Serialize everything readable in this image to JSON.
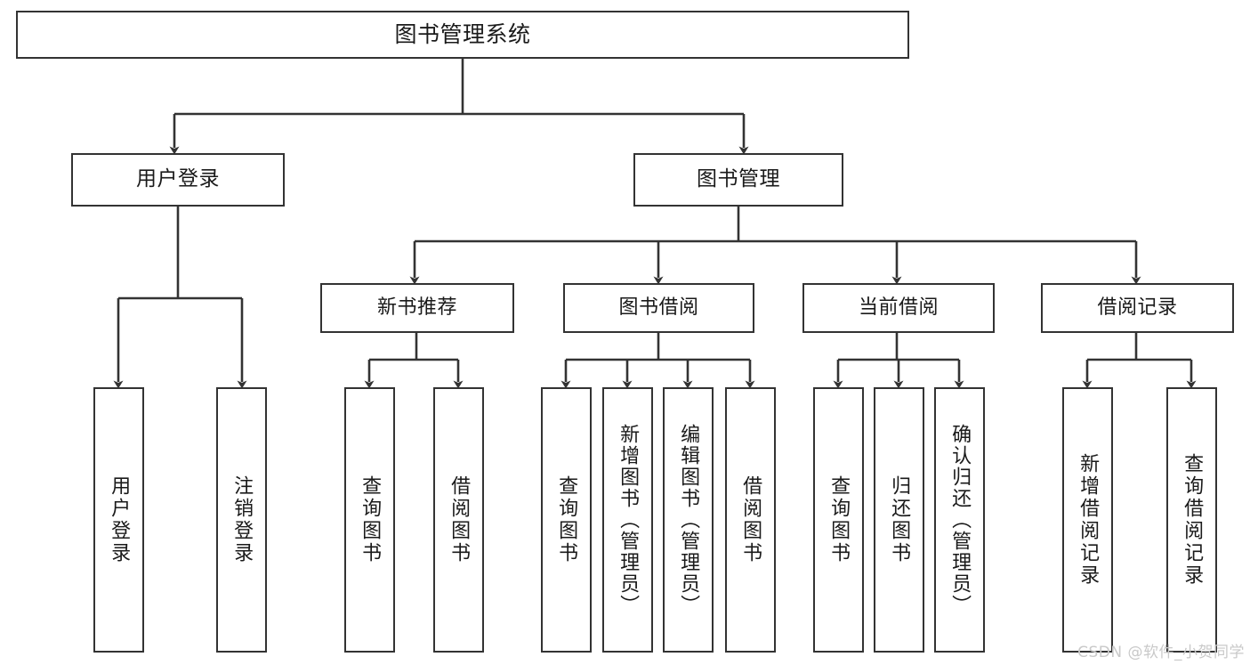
{
  "diagram": {
    "title": "图书管理系统",
    "type": "hierarchy-tree",
    "watermark": "CSDN @软件_小贺同学",
    "colors": {
      "stroke": "#333333",
      "fill": "#ffffff",
      "text": "#1a1a1a",
      "watermark": "#c9c9c9"
    },
    "root": {
      "label": "图书管理系统"
    },
    "level1": [
      {
        "id": "user-login",
        "label": "用户登录"
      },
      {
        "id": "book-management",
        "label": "图书管理"
      }
    ],
    "level2": [
      {
        "id": "new-book-recommend",
        "label": "新书推荐",
        "parent": "book-management"
      },
      {
        "id": "book-borrow",
        "label": "图书借阅",
        "parent": "book-management"
      },
      {
        "id": "current-borrow",
        "label": "当前借阅",
        "parent": "book-management"
      },
      {
        "id": "borrow-record",
        "label": "借阅记录",
        "parent": "book-management"
      }
    ],
    "leaves": [
      {
        "id": "leaf-user-login",
        "label": "用户登录",
        "parent": "user-login"
      },
      {
        "id": "leaf-logout",
        "label": "注销登录",
        "parent": "user-login"
      },
      {
        "id": "leaf-query-book-1",
        "label": "查询图书",
        "parent": "new-book-recommend"
      },
      {
        "id": "leaf-borrow-book-1",
        "label": "借阅图书",
        "parent": "new-book-recommend"
      },
      {
        "id": "leaf-query-book-2",
        "label": "查询图书",
        "parent": "book-borrow"
      },
      {
        "id": "leaf-add-book",
        "label": "新增图书（管理员）",
        "parent": "book-borrow"
      },
      {
        "id": "leaf-edit-book",
        "label": "编辑图书（管理员）",
        "parent": "book-borrow"
      },
      {
        "id": "leaf-borrow-book-2",
        "label": "借阅图书",
        "parent": "book-borrow"
      },
      {
        "id": "leaf-query-book-3",
        "label": "查询图书",
        "parent": "current-borrow"
      },
      {
        "id": "leaf-return-book",
        "label": "归还图书",
        "parent": "current-borrow"
      },
      {
        "id": "leaf-confirm-return",
        "label": "确认归还（管理员）",
        "parent": "current-borrow"
      },
      {
        "id": "leaf-add-record",
        "label": "新增借阅记录",
        "parent": "borrow-record"
      },
      {
        "id": "leaf-query-record",
        "label": "查询借阅记录",
        "parent": "borrow-record"
      }
    ]
  }
}
